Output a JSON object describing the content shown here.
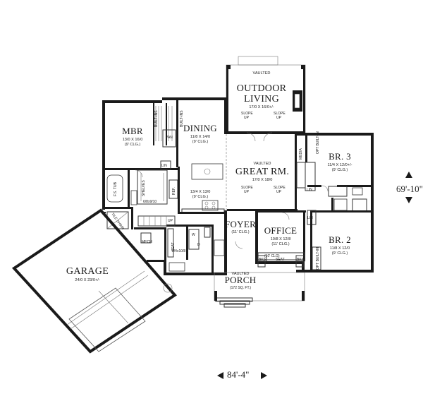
{
  "rooms": {
    "outdoor": {
      "vaulted": "VAULTED",
      "name1": "OUTDOOR",
      "name2": "LIVING",
      "size": "17/0 X 16/0+/-"
    },
    "mbr": {
      "name": "MBR",
      "size": "13/0 X 16/0",
      "clg": "(9' CLG.)"
    },
    "dining": {
      "name": "DINING",
      "size": "11/8 X 14/0",
      "clg": "(9' CLG.)"
    },
    "great": {
      "vaulted": "VAULTED",
      "name": "GREAT RM.",
      "size": "17/0 X 18/0"
    },
    "kitchen": {
      "size": "13/4 X 13/0",
      "clg": "(9' CLG.)"
    },
    "br3": {
      "name": "BR. 3",
      "size": "11/4 X 12/0+/-",
      "clg": "(9' CLG.)"
    },
    "br2": {
      "name": "BR. 2",
      "size": "11/8 X 12/0",
      "clg": "(9' CLG.)"
    },
    "foyer": {
      "name": "FOYER",
      "clg": "(11' CLG.)"
    },
    "office": {
      "name": "OFFICE",
      "size": "10/8 X 12/8",
      "clg": "(11' CLG.)"
    },
    "garage": {
      "name": "GARAGE",
      "size": "24/0 X 23/0+/-"
    },
    "porch": {
      "vaulted": "VAULTED",
      "name": "PORCH",
      "size": "(172 SQ. FT.)"
    }
  },
  "labels": {
    "builtins": "BUILT-INS",
    "pan": "PAN",
    "lin": "LIN",
    "shelves": "SHELVES",
    "ref": "REF.",
    "wic": "6/8x9/10",
    "fs_tub": "F.S. TUB",
    "tile_shwr": "TILE SHWR",
    "up": "UP",
    "mech": "MECH",
    "seat": "SEAT",
    "laundry": "8/4x10/8",
    "w": "W",
    "d": "D",
    "bks": "BKS",
    "clg10": "(10' CLG)",
    "media": "MEDIA",
    "opt_builtin": "OPT BUILT-IN",
    "slope": "SLOPE",
    "slope_up": "UP"
  },
  "dimensions": {
    "depth": "69'-10\"",
    "width": "84'-4\""
  }
}
